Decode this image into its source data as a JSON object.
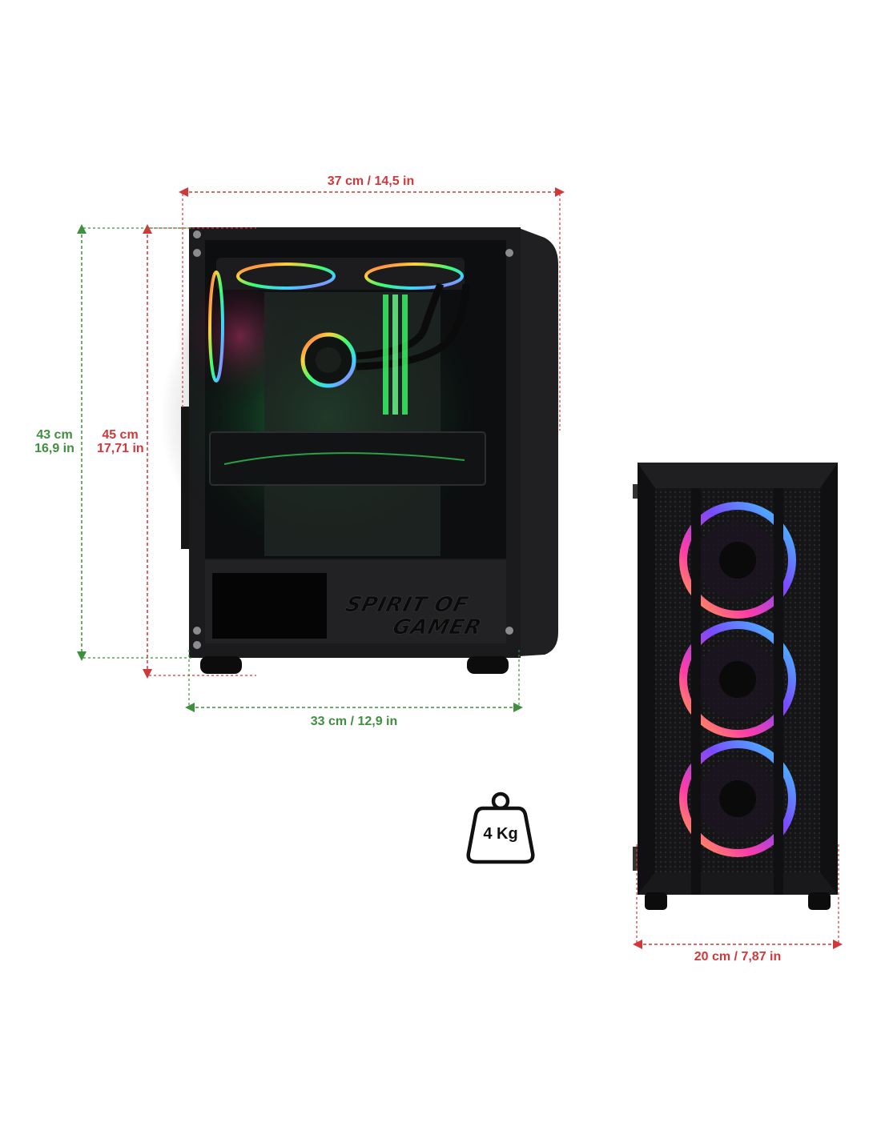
{
  "dimensions": {
    "side_depth": "37 cm / 14,5 in",
    "side_depth_inner": "33 cm / 12,9 in",
    "height_body_cm": "43 cm",
    "height_body_in": "16,9 in",
    "height_total_cm": "45 cm",
    "height_total_in": "17,71 in",
    "front_width": "20 cm / 7,87 in"
  },
  "weight": {
    "label": "4 Kg"
  },
  "brand": {
    "line1": "SPIRIT OF",
    "line2": "GAMER"
  },
  "colors": {
    "red_dim": "#d1383a",
    "green_dim": "#3f8f3f",
    "case": "#1b1b1d"
  }
}
